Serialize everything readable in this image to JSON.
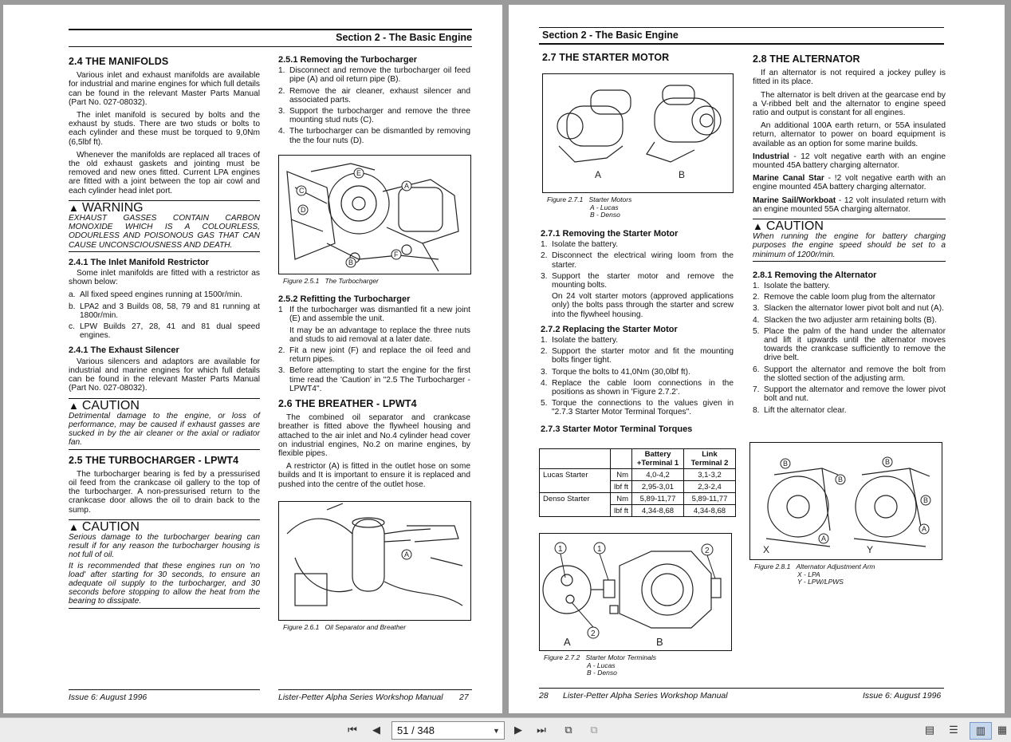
{
  "viewer": {
    "page_current": "51",
    "page_sep": "/",
    "page_total": "348",
    "buttons": [
      "first-page",
      "prev-page",
      "next-page",
      "last-page",
      "copy",
      "paste",
      "view-single",
      "view-continuous",
      "view-facing",
      "view-facing-continuous"
    ]
  },
  "left": {
    "header": "Section 2 - The Basic Engine",
    "footer_left": "Issue 6: August 1996",
    "footer_right": "Lister-Petter Alpha Series Workshop Manual",
    "page_no": "27",
    "s24_title": "2.4 THE MANIFOLDS",
    "s24_p1": "Various inlet and exhaust manifolds are available for industrial and marine engines for which full details can be found in the relevant Master Parts Manual (Part No. 027-08032).",
    "s24_p2": "The inlet manifold is secured by bolts and the exhaust by studs. There are two studs or bolts to each cylinder and these must be torqued to 9,0Nm (6,5lbf ft).",
    "s24_p3": "Whenever the manifolds are replaced all traces of the old exhaust gaskets and jointing must be removed and new ones fitted. Current LPA engines are fitted with a joint between the top air cowl and each cylinder head inlet port.",
    "warning_title": "WARNING",
    "warning_text": "EXHAUST GASSES CONTAIN CARBON MONOXIDE WHICH IS A COLOURLESS, ODOURLESS AND POISONOUS GAS THAT CAN CAUSE UNCONSCIOUSNESS AND DEATH.",
    "s241_title": "2.4.1 The Inlet Manifold Restrictor",
    "s241_intro": "Some inlet manifolds are fitted with a restrictor as shown below:",
    "s241_items": [
      {
        "n": "a.",
        "t": "All fixed speed engines running at 1500r/min."
      },
      {
        "n": "b.",
        "t": "LPA2 and 3 Builds 08, 58, 79 and 81 running at 1800r/min."
      },
      {
        "n": "c.",
        "t": "LPW Builds 27, 28, 41 and 81 dual speed engines."
      }
    ],
    "s242_title": "2.4.1 The Exhaust Silencer",
    "s242_p": "Various silencers and adaptors are available for industrial and marine engines for which full details can be found in the relevant Master Parts Manual (Part No. 027-08032).",
    "caution1_title": "CAUTION",
    "caution1_text": "Detrimental damage to the engine, or loss of performance, may be caused if exhaust gasses are sucked in by the air cleaner or the axial or radiator fan.",
    "s25_title": "2.5 THE TURBOCHARGER - LPWT4",
    "s25_p": "The turbocharger bearing is fed by a pressurised oil feed from the crankcase oil gallery to the top of the turbocharger. A non-pressurised return to the crankcase door allows the oil to drain back to the sump.",
    "caution2_title": "CAUTION",
    "caution2_text1": "Serious damage to the turbocharger bearing can result if for any reason the turbocharger housing is not full of oil.",
    "caution2_text2": "It is recommended that these engines run on 'no load' after starting for 30 seconds, to ensure an adequate oil supply to the turbocharger, and 30 seconds before stopping to allow the heat from the bearing to dissipate.",
    "s251_title": "2.5.1 Removing the Turbocharger",
    "s251_items": [
      {
        "n": "1.",
        "t": "Disconnect and remove the turbocharger oil feed pipe (A) and oil return pipe (B)."
      },
      {
        "n": "2.",
        "t": "Remove the air cleaner, exhaust silencer and associated parts."
      },
      {
        "n": "3.",
        "t": "Support the turbocharger and remove the three mounting stud nuts (C)."
      },
      {
        "n": "4.",
        "t": "The turbocharger can be dismantled by removing the the four nuts (D)."
      }
    ],
    "fig251_num": "Figure 2.5.1",
    "fig251_cap": "The Turbocharger",
    "s252_title": "2.5.2 Refitting the Turbocharger",
    "s252_items": [
      {
        "n": "1",
        "t": "If the turbocharger was dismantled fit a new joint (E) and assemble the unit.",
        "sub": "It may be an advantage to replace the three nuts and studs to aid removal at a later date."
      },
      {
        "n": "2.",
        "t": "Fit a new joint (F) and replace the oil feed and return pipes."
      },
      {
        "n": "3.",
        "t": "Before attempting to start the engine for the first time read the 'Caution' in \"2.5 The Turbocharger - LPWT4\"."
      }
    ],
    "s26_title": "2.6 THE BREATHER - LPWT4",
    "s26_p1": "The combined oil separator and crankcase breather is fitted above the flywheel housing and attached to the air inlet and No.4 cylinder head cover on industrial engines, No.2 on marine engines, by flexible pipes.",
    "s26_p2": "A restrictor (A) is fitted in the outlet hose on some builds and It is important to ensure it is replaced and pushed into the centre of the outlet hose.",
    "fig261_num": "Figure 2.6.1",
    "fig261_cap": "Oil Separator and Breather"
  },
  "right": {
    "header": "Section 2 - The Basic Engine",
    "page_no": "28",
    "footer_mid": "Lister-Petter Alpha Series Workshop Manual",
    "footer_right": "Issue 6: August 1996",
    "s27_title": "2.7 THE STARTER MOTOR",
    "fig271_num": "Figure 2.7.1",
    "fig271_cap": "Starter Motors",
    "fig271_a": "A - Lucas",
    "fig271_b": "B - Denso",
    "label_a": "A",
    "label_b": "B",
    "s271_title": "2.7.1 Removing the Starter Motor",
    "s271_items": [
      {
        "n": "1.",
        "t": "Isolate the battery."
      },
      {
        "n": "2.",
        "t": "Disconnect the electrical wiring loom from the starter."
      },
      {
        "n": "3.",
        "t": "Support the starter motor and remove the mounting bolts.",
        "sub": "On 24 volt starter motors (approved applications only) the bolts pass through the starter and screw into the flywheel housing."
      }
    ],
    "s272_title": "2.7.2 Replacing the Starter Motor",
    "s272_items": [
      {
        "n": "1.",
        "t": "Isolate the battery."
      },
      {
        "n": "2.",
        "t": "Support the starter motor and fit the mounting bolts finger tight."
      },
      {
        "n": "3.",
        "t": "Torque the bolts to 41,0Nm (30,0lbf ft)."
      },
      {
        "n": "4.",
        "t": "Replace the cable loom connections in the positions as shown in 'Figure 2.7.2'."
      },
      {
        "n": "5.",
        "t": "Torque the connections to the values given in \"2.7.3 Starter Motor Terminal Torques\"."
      }
    ],
    "s273_title": "2.7.3 Starter Motor Terminal Torques",
    "table": {
      "h1a": "Battery",
      "h1b": "+Terminal 1",
      "h2a": "Link",
      "h2b": "Terminal 2",
      "rows": [
        {
          "name": "Lucas Starter",
          "unit": "Nm",
          "t1": "4,0-4,2",
          "t2": "3,1-3,2"
        },
        {
          "name": "",
          "unit": "lbf ft",
          "t1": "2,95-3,01",
          "t2": "2,3-2,4"
        },
        {
          "name": "Denso Starter",
          "unit": "Nm",
          "t1": "5,89-11,77",
          "t2": "5,89-11,77"
        },
        {
          "name": "",
          "unit": "lbf ft",
          "t1": "4,34-8,68",
          "t2": "4,34-8,68"
        }
      ]
    },
    "fig272_num": "Figure 2.7.2",
    "fig272_cap": "Starter Motor Terminals",
    "fig272_a": "A - Lucas",
    "fig272_b": "B - Denso",
    "term1": "1",
    "term2": "2",
    "s28_title": "2.8 THE ALTERNATOR",
    "s28_p1": "If an alternator is not required a jockey pulley is fitted in its place.",
    "s28_p2": "The alternator is belt driven at the gearcase end by a V-ribbed belt and the alternator to engine speed ratio and output is constant for all engines.",
    "s28_p3": "An additional 100A earth return, or 55A insulated return, alternator to power on board equipment is available as an option for some marine builds.",
    "s28_ind_b": "Industrial",
    "s28_ind": " - 12 volt negative earth with an engine mounted 45A battery charging alternator.",
    "s28_mcs_b": "Marine Canal Star",
    "s28_mcs": " - !2 volt negative earth with an engine mounted 45A battery charging alternator.",
    "s28_msw_b": "Marine Sail/Workboat",
    "s28_msw": " - 12 volt insulated return with an engine mounted 55A charging alternator.",
    "caution_title": "CAUTION",
    "caution_text": "When running the engine for battery charging purposes the engine speed should be set to a minimum of 1200r/min.",
    "s281_title": "2.8.1 Removing the Alternator",
    "s281_items": [
      {
        "n": "1.",
        "t": "Isolate the battery."
      },
      {
        "n": "2.",
        "t": "Remove the cable loom plug from the alternator"
      },
      {
        "n": "3.",
        "t": "Slacken the alternator lower pivot bolt and nut (A)."
      },
      {
        "n": "4.",
        "t": "Slacken the two adjuster arm retaining bolts (B)."
      },
      {
        "n": "5.",
        "t": "Place the palm of the hand under the alternator and lift it upwards until the alternator moves towards the crankcase sufficiently to remove the drive belt."
      },
      {
        "n": "6.",
        "t": "Support the alternator and remove the bolt from the slotted section of the adjusting arm."
      },
      {
        "n": "7.",
        "t": "Support the alternator and remove the lower pivot bolt and nut."
      },
      {
        "n": "8.",
        "t": "Lift the alternator clear."
      }
    ],
    "fig281_num": "Figure 2.8.1",
    "fig281_cap": "Alternator Adjustment Arm",
    "fig281_x": "X - LPA",
    "fig281_y": "Y - LPW/LPWS",
    "label_x": "X",
    "label_y": "Y",
    "callout_a": "A",
    "callout_b": "B"
  }
}
